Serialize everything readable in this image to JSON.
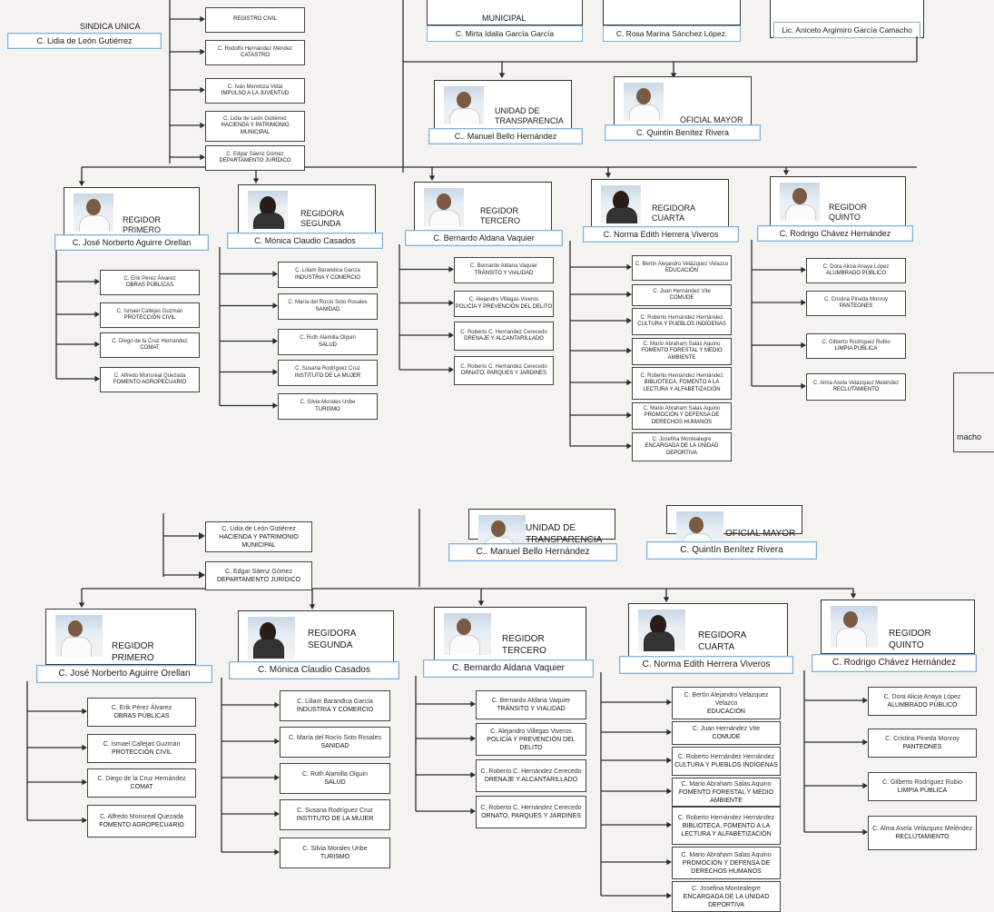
{
  "top": {
    "sindica_title": "SINDICA UNICA",
    "sindica_name": "C. Lidia de León Gutiérrez",
    "municipal_title": "MUNICIPAL",
    "names_row": [
      "C. Mirta Idalia García García",
      "C. Rosa Marina Sánchez López.",
      "Lic. Aniceto Argimiro García Camacho"
    ],
    "left_column": [
      {
        "name": "",
        "dept": "REGISTRO CIVIL"
      },
      {
        "name": "C. Rodolfo Hernández Méndez",
        "dept": "CATASTRO"
      },
      {
        "name": "C. Iván Mendoza Vidal",
        "dept": "IMPULSO A LA JUVENTUD"
      },
      {
        "name": "C. Lidia de León Gutiérrez",
        "dept": "HACIENDA Y PATRIMONIO MUNICIPAL"
      },
      {
        "name": "C. Edgar Sáenz Gómez",
        "dept": "DEPARTAMENTO JURÍDICO"
      }
    ],
    "right_cut": "macho"
  },
  "bottom": {
    "left_column": [
      {
        "name": "C. Lidia de León Gutiérrez",
        "dept": "HACIENDA Y PATRIMONIO MUNICIPAL"
      },
      {
        "name": "C. Edgar Sáenz Gómez",
        "dept": "DEPARTAMENTO JURÍDICO"
      }
    ]
  },
  "mid": [
    {
      "title": "UNIDAD DE\nTRANSPARENCIA",
      "name": "C.. Manuel Bello Hernández"
    },
    {
      "title": "OFICIAL MAYOR",
      "name": "C. Quintín Benítez Rivera"
    }
  ],
  "regidores": [
    {
      "title": "REGIDOR\nPRIMERO",
      "name": "C. José Norberto Aguirre Orellan",
      "female": false,
      "subs": [
        {
          "name": "C. Erik Pérez Álvarez",
          "dept": "OBRAS PÚBLICAS"
        },
        {
          "name": "C. Ismael Callejas Guzmán",
          "dept": "PROTECCIÓN CIVIL"
        },
        {
          "name": "C. Diego de la Cruz Hernández",
          "dept": "COMAT"
        },
        {
          "name": "C. Alfredo Monsreal Quezada",
          "dept": "FOMENTO AGROPECUARIO"
        }
      ]
    },
    {
      "title": "REGIDORA\nSEGUNDA",
      "name": "C. Mónica Claudio Casados",
      "female": true,
      "subs": [
        {
          "name": "C. Liliam Barandica García",
          "dept": "INDUSTRIA Y COMERCIO"
        },
        {
          "name": "C. María del Rocío Soto Rosales",
          "dept": "SANIDAD"
        },
        {
          "name": "C. Ruth Alamilla Olguin",
          "dept": "SALUD"
        },
        {
          "name": "C. Susana Rodríguez Cruz",
          "dept": "INSTITUTO DE LA MUJER"
        },
        {
          "name": "C. Silvia Morales Uribe",
          "dept": "TURISMO"
        }
      ]
    },
    {
      "title": "REGIDOR\nTERCERO",
      "name": "C. Bernardo Aldana Vaquier",
      "female": false,
      "subs": [
        {
          "name": "C. Bernardo Aldana Vaquier",
          "dept": "TRÁNSITO Y VIALIDAD"
        },
        {
          "name": "C. Alejandro Villegas Viveros",
          "dept": "POLICÍA Y PREVENCIÓN DEL DELITO"
        },
        {
          "name": "C. Roberto C. Hernández Cerecedo",
          "dept": "DRENAJE Y ALCANTARILLADO"
        },
        {
          "name": "C. Roberto C. Hernández Cerecedo",
          "dept": "ORNATO, PARQUES Y JARDINES"
        }
      ]
    },
    {
      "title": "REGIDORA\nCUARTA",
      "name": "C. Norma Edith Herrera Viveros",
      "female": true,
      "subs": [
        {
          "name": "C. Bertín Alejandro Velázquez Velazco",
          "dept": "EDUCACIÓN"
        },
        {
          "name": "C. Juan Hernández Vite",
          "dept": "COMUDE"
        },
        {
          "name": "C. Roberto Hernández Hernández",
          "dept": "CULTURA Y PUEBLOS INDÍGENAS"
        },
        {
          "name": "C. Mario Abraham Salas Aquino",
          "dept": "FOMENTO FORESTAL Y MEDIO AMBIENTE"
        },
        {
          "name": "C. Roberto Hernández Hernández",
          "dept": "BIBLIOTECA, FOMENTO A LA LECTURA Y ALFABETIZACIÓN"
        },
        {
          "name": "C. Mario Abraham Salas Aquino",
          "dept": "PROMOCIÓN Y DEFENSA DE DERECHOS HUMANOS"
        },
        {
          "name": "C. Josefina Montealegre",
          "dept": "ENCARGADA DE LA UNIDAD DEPORTIVA"
        }
      ]
    },
    {
      "title": "REGIDOR\nQUINTO",
      "name": "C. Rodrigo  Chávez Hernández",
      "female": false,
      "subs": [
        {
          "name": "C. Dora Alicia Anaya López",
          "dept": "ALUMBRADO PÚBLICO"
        },
        {
          "name": "C. Cristina Pineda Monroy",
          "dept": "PANTEONES"
        },
        {
          "name": "C. Gilberto Rodríguez Rubio",
          "dept": "LIMPIA PÚBLICA"
        },
        {
          "name": "C. Alma Asela Velázquez Meléndez",
          "dept": "RECLUTAMIENTO"
        }
      ]
    }
  ]
}
